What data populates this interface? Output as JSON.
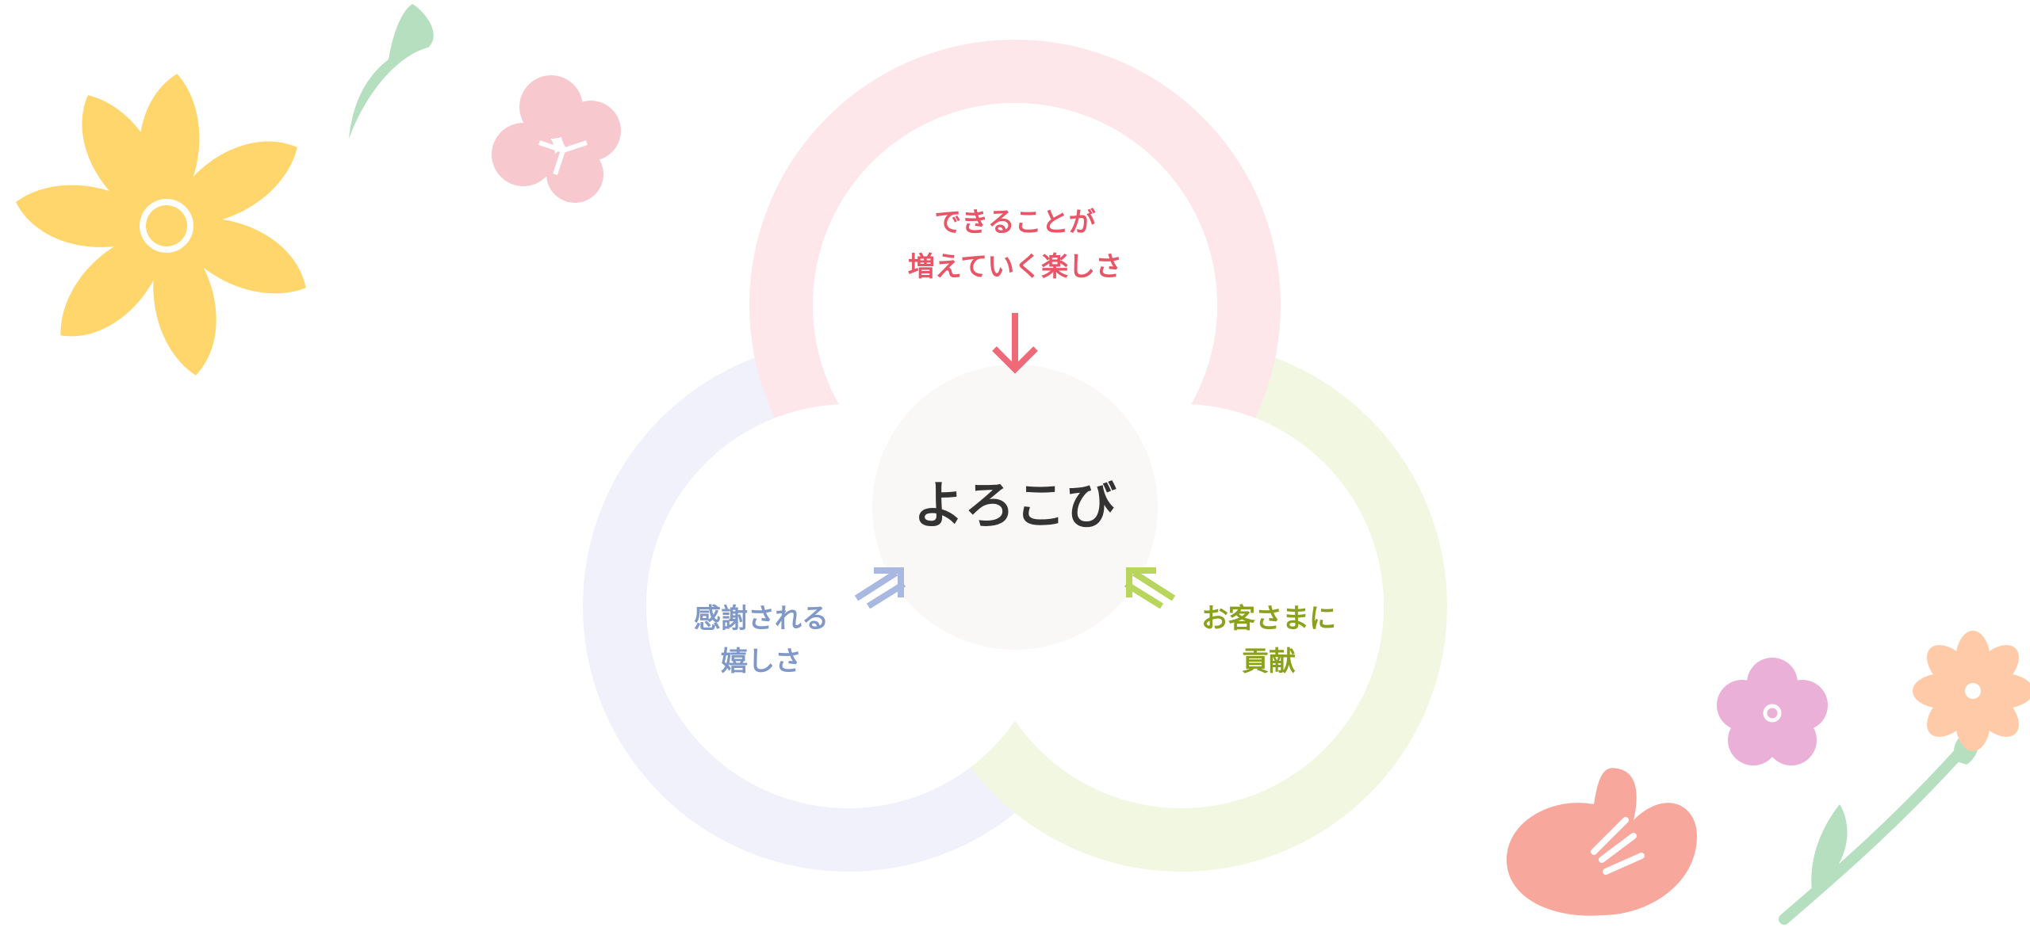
{
  "center": {
    "label": "よろこび",
    "color": "#333333",
    "fill": "#faf7f7"
  },
  "items": [
    {
      "id": "top",
      "lines": [
        "できることが",
        "増えていく楽しさ"
      ],
      "color": "#e95466",
      "ring": "#fde7ea",
      "arrow": "#ef6a79"
    },
    {
      "id": "left",
      "lines": [
        "感謝される",
        "嬉しさ"
      ],
      "color": "#7f98c8",
      "ring": "#f0f1fa",
      "arrow": "#a8b8e0"
    },
    {
      "id": "right",
      "lines": [
        "お客さまに",
        "貢献"
      ],
      "color": "#8aa21a",
      "ring": "#f2f7e1",
      "arrow": "#b9d65c"
    }
  ],
  "decor": {
    "yellow_flower": "#ffd66b",
    "pink_flower": "#f7c9cf",
    "leaf_green": "#b6dfbf",
    "magenta_flower": "#eab0d7",
    "salmon_flower": "#f7a79c",
    "peach_flower": "#ffcaa8"
  }
}
